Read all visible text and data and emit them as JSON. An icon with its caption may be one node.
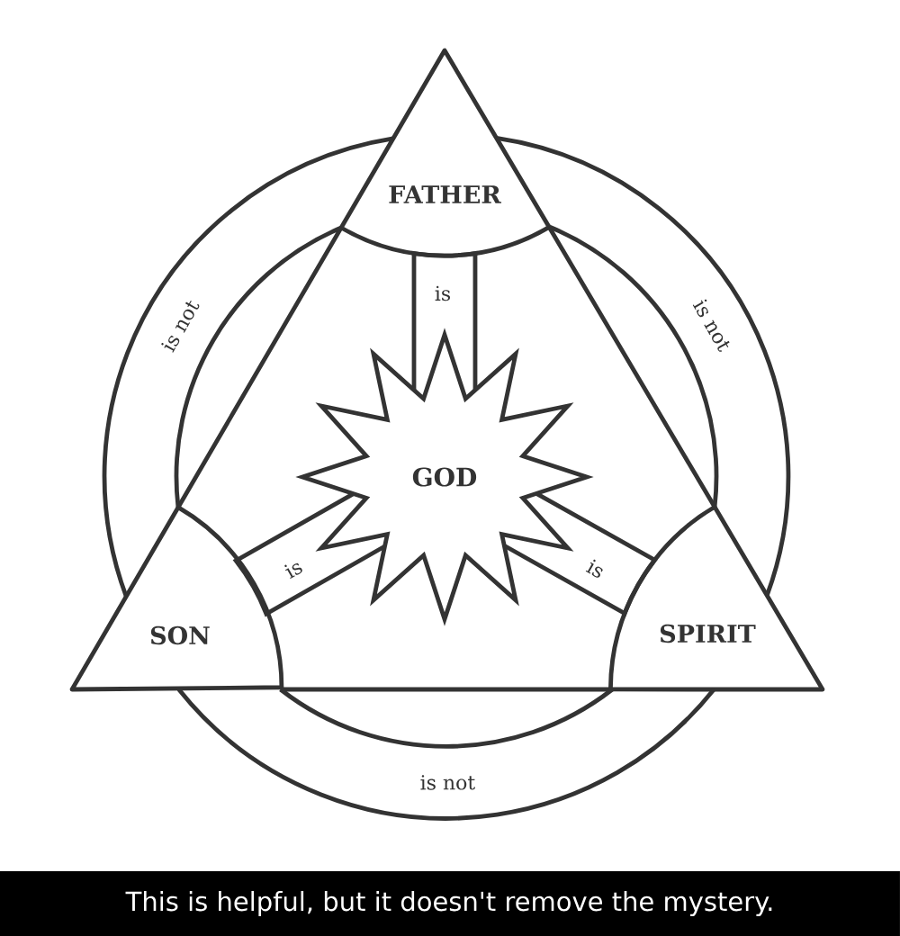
{
  "diagram": {
    "caption": "This is helpful, but it doesn't remove the mystery.",
    "nodes": [
      {
        "text": [
          "FATHER"
        ]
      },
      {
        "text": [
          "SON"
        ]
      },
      {
        "text": [
          "SPIRIT"
        ]
      },
      {
        "text": [
          "GOD"
        ]
      }
    ],
    "edges": [
      {
        "from": 3,
        "to": 0,
        "arrow": "none",
        "label": "is"
      },
      {
        "from": 3,
        "to": 1,
        "arrow": "none",
        "label": "is"
      },
      {
        "from": 3,
        "to": 2,
        "arrow": "none",
        "label": "is"
      },
      {
        "from": 0,
        "to": 1,
        "arrow": "none",
        "label": "is not"
      },
      {
        "from": 0,
        "to": 2,
        "arrow": "none",
        "label": "is not"
      },
      {
        "from": 1,
        "to": 2,
        "arrow": "none",
        "label": "is not"
      }
    ]
  }
}
